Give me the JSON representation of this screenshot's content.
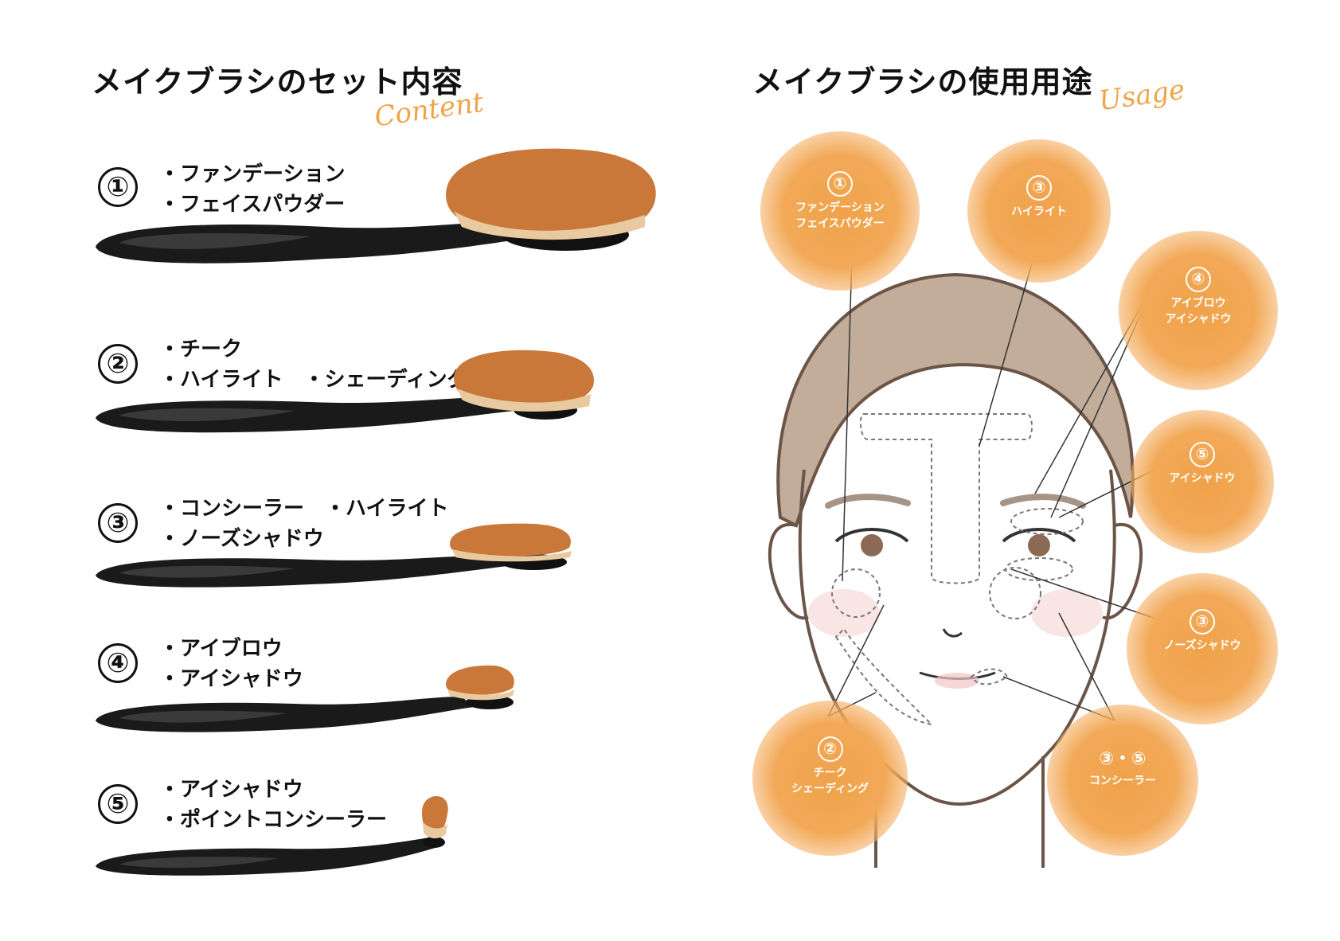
{
  "left_title": "メイクブラシのセット内容",
  "left_script": "Content",
  "right_title": "メイクブラシの使用用途",
  "right_script": "Usage",
  "brushes": [
    {
      "num": "①",
      "lines": [
        "・ファンデーション",
        "・フェイスパウダー"
      ]
    },
    {
      "num": "②",
      "lines": [
        "・チーク",
        "・ハイライト　・シェーディング"
      ]
    },
    {
      "num": "③",
      "lines": [
        "・コンシーラー　・ハイライト",
        "・ノーズシャドウ"
      ]
    },
    {
      "num": "④",
      "lines": [
        "・アイブロウ",
        "・アイシャドウ"
      ]
    },
    {
      "num": "⑤",
      "lines": [
        "・アイシャドウ",
        "・ポイントコンシーラー"
      ]
    }
  ],
  "usage": [
    {
      "num": "①",
      "lines": [
        "ファンデーション",
        "フェイスパウダー"
      ]
    },
    {
      "num": "③",
      "lines": [
        "ハイライト"
      ]
    },
    {
      "num": "④",
      "lines": [
        "アイブロウ",
        "アイシャドウ"
      ]
    },
    {
      "num": "⑤",
      "lines": [
        "アイシャドウ"
      ]
    },
    {
      "num": "③",
      "lines": [
        "ノーズシャドウ"
      ]
    },
    {
      "num": "②",
      "lines": [
        "チーク",
        "シェーディング"
      ]
    },
    {
      "num": "③・⑤",
      "lines": [
        "コンシーラー"
      ]
    }
  ],
  "colors": {
    "accent": "#f0a24a",
    "brush_handle": "#1a1a1a",
    "bristle": "#c9783a"
  }
}
